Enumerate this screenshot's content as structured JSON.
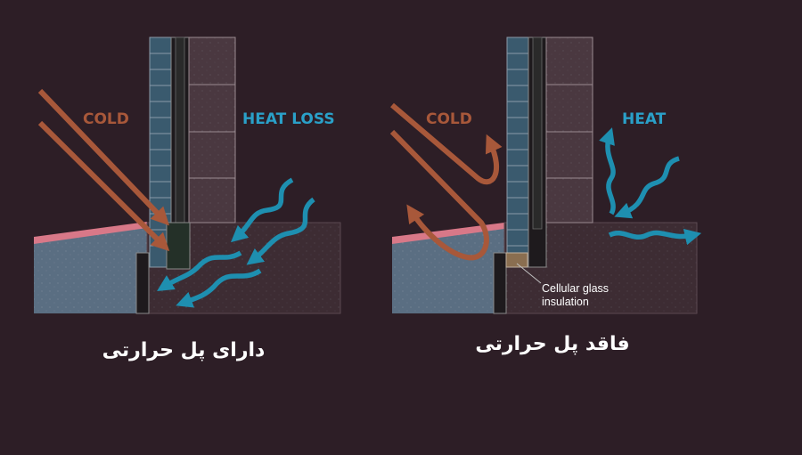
{
  "left_panel": {
    "cold_label": "COLD",
    "heat_label": "HEAT LOSS",
    "caption": "دارای پل حرارتی"
  },
  "right_panel": {
    "cold_label": "COLD",
    "heat_label": "HEAT",
    "insulation_line1": "Cellular glass",
    "insulation_line2": "insulation",
    "caption": "فاقد پل حرارتی"
  },
  "colors": {
    "background": "#2d1e26",
    "cold_arrow": "#a8583a",
    "heat_arrow": "#1e8fb0",
    "heat_text": "#2aa0c8",
    "floor_slab": "#3d2c33",
    "exterior_ground": "#5a6e82",
    "membrane": "#d87888",
    "inner_block": "#4a3840",
    "outer_block": "#3a5a6e"
  }
}
